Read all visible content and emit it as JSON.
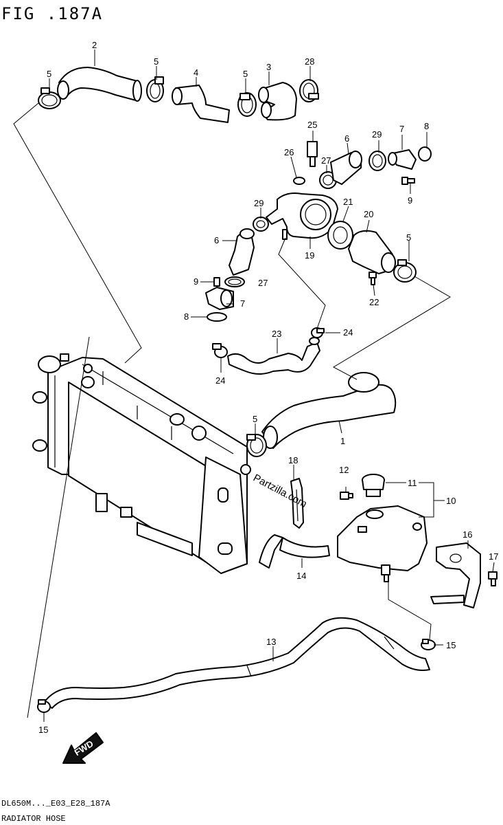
{
  "figure_title": "FIG .187A",
  "footer": {
    "code": "DL650M..._E03_E28_187A",
    "caption": "RADIATOR HOSE"
  },
  "watermark": "Partzilla.com",
  "fwd_label": "FWD",
  "callouts": {
    "c1": "1",
    "c2": "2",
    "c3": "3",
    "c4": "4",
    "c5a": "5",
    "c5b": "5",
    "c5c": "5",
    "c5d": "5",
    "c5e": "5",
    "c6a": "6",
    "c6b": "6",
    "c7a": "7",
    "c7b": "7",
    "c8a": "8",
    "c8b": "8",
    "c9a": "9",
    "c9b": "9",
    "c10": "10",
    "c11": "11",
    "c12": "12",
    "c13": "13",
    "c14": "14",
    "c15a": "15",
    "c15b": "15",
    "c16": "16",
    "c17": "17",
    "c18": "18",
    "c19": "19",
    "c20": "20",
    "c21": "21",
    "c22": "22",
    "c23": "23",
    "c24a": "24",
    "c24b": "24",
    "c25": "25",
    "c26": "26",
    "c27a": "27",
    "c27b": "27",
    "c28": "28",
    "c29a": "29",
    "c29b": "29"
  }
}
